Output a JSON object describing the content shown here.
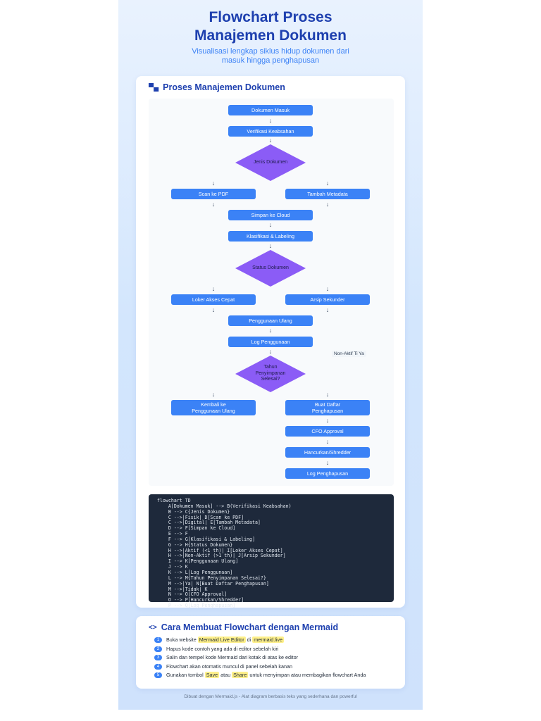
{
  "header": {
    "title_line1": "Flowchart Proses",
    "title_line2": "Manajemen Dokumen",
    "subtitle_line1": "Visualisasi lengkap siklus hidup dokumen dari",
    "subtitle_line2": "masuk hingga penghapusan"
  },
  "diagram_card": {
    "heading": "Proses Manajemen Dokumen",
    "nodes": {
      "A": "Dokumen Masuk",
      "B": "Verifikasi Keabsahan",
      "C": "Jenis Dokumen",
      "D": "Scan ke PDF",
      "E": "Tambah Metadata",
      "F": "Simpan ke Cloud",
      "G": "Klasifikasi & Labeling",
      "H": "Status Dokumen",
      "I": "Loker Akses Cepat",
      "J": "Arsip Sekunder",
      "K": "Penggunaan Ulang",
      "L": "Log Penggunaan",
      "M_line1": "Tahun",
      "M_line2": "Penyimpanan",
      "M_line3": "Selesai?",
      "N_line1": "Kembali ke",
      "N_line2": "Penggunaan Ulang",
      "O_line1": "Buat Daftar",
      "O_line2": "Penghapusan",
      "P": "CFO Approval",
      "Q": "Hancurkan/Shredder",
      "R": "Log Penghapusan"
    },
    "edge_note": "Non-Aktif  Ti  Ya",
    "code_lines": [
      "flowchart TD",
      "    A[Dokumen Masuk] --> B(Verifikasi Keabsahan)",
      "    B --> C{Jenis Dokumen}",
      "    C -->|Fisik| D[Scan ke PDF]",
      "    C -->|Digital| E[Tambah Metadata]",
      "    D --> F[Simpan ke Cloud]",
      "    E --> F",
      "    F --> G[Klasifikasi & Labeling]",
      "    G --> H{Status Dokumen}",
      "    H -->|Aktif (<1 th)| I[Loker Akses Cepat]",
      "    H -->|Non-Aktif (>1 th)| J[Arsip Sekunder]",
      "    I --> K[Penggunaan Ulang]",
      "    J --> K",
      "    K --> L[Log Penggunaan]",
      "    L --> M{Tahun Penyimpanan Selesai?}",
      "    M -->|Ya| N[Buat Daftar Penghapusan]",
      "    M -->|Tidak| K",
      "    N --> O[CFO Approval]",
      "    O --> P[Hancurkan/Shredder]",
      "    P --> Q[Log Penghapusan]"
    ]
  },
  "guide_card": {
    "heading": "Cara Membuat Flowchart dengan Mermaid",
    "steps": [
      {
        "num": "1",
        "pre": "Buka website",
        "hl1": "Mermaid Live Editor",
        "mid": "di",
        "hl2": "mermaid.live"
      },
      {
        "num": "2",
        "text": "Hapus kode contoh yang ada di editor sebelah kiri"
      },
      {
        "num": "3",
        "text": "Salin dan tempel kode Mermaid dari kotak di atas ke editor"
      },
      {
        "num": "4",
        "text": "Flowchart akan otomatis muncul di panel sebelah kanan"
      },
      {
        "num": "5",
        "pre": "Gunakan tombol",
        "hl1": "Save",
        "mid": "atau",
        "hl2": "Share",
        "post": "untuk menyimpan atau membagikan flowchart Anda"
      }
    ]
  },
  "footer": "Dibuat dengan Mermaid.js - Alat diagram berbasis teks yang sederhana dan powerful",
  "colors": {
    "accent": "#1e40af",
    "node": "#3b82f6",
    "decision": "#8b5cf6",
    "code_bg": "#1e293b"
  }
}
